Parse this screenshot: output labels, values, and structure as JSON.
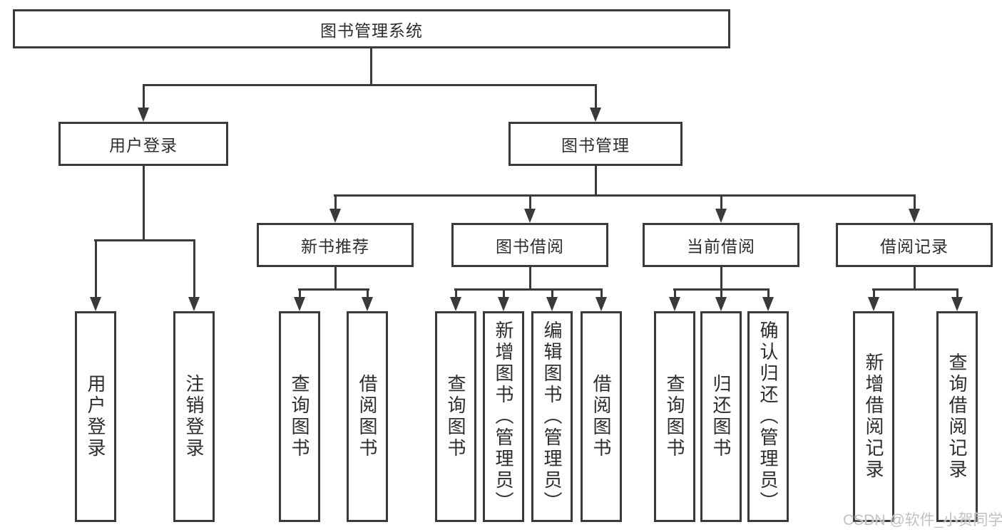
{
  "diagram": {
    "root": {
      "label": "图书管理系统"
    },
    "branches": [
      {
        "label": "用户登录",
        "children": [
          {
            "label": "用户登录"
          },
          {
            "label": "注销登录"
          }
        ]
      },
      {
        "label": "图书管理",
        "children": [
          {
            "label": "新书推荐",
            "children": [
              {
                "label": "查询图书"
              },
              {
                "label": "借阅图书"
              }
            ]
          },
          {
            "label": "图书借阅",
            "children": [
              {
                "label": "查询图书"
              },
              {
                "label": "新增图书（管理员）"
              },
              {
                "label": "编辑图书（管理员）"
              },
              {
                "label": "借阅图书"
              }
            ]
          },
          {
            "label": "当前借阅",
            "children": [
              {
                "label": "查询图书"
              },
              {
                "label": "归还图书"
              },
              {
                "label": "确认归还（管理员）"
              }
            ]
          },
          {
            "label": "借阅记录",
            "children": [
              {
                "label": "新增借阅记录"
              },
              {
                "label": "查询借阅记录"
              }
            ]
          }
        ]
      }
    ]
  },
  "watermark": {
    "text": "CSDN @软件_小贺同学"
  },
  "colors": {
    "line": "#3a3a3a",
    "text": "#2d2d2d",
    "background": "#ffffff",
    "watermark": "#c1c1c1"
  }
}
